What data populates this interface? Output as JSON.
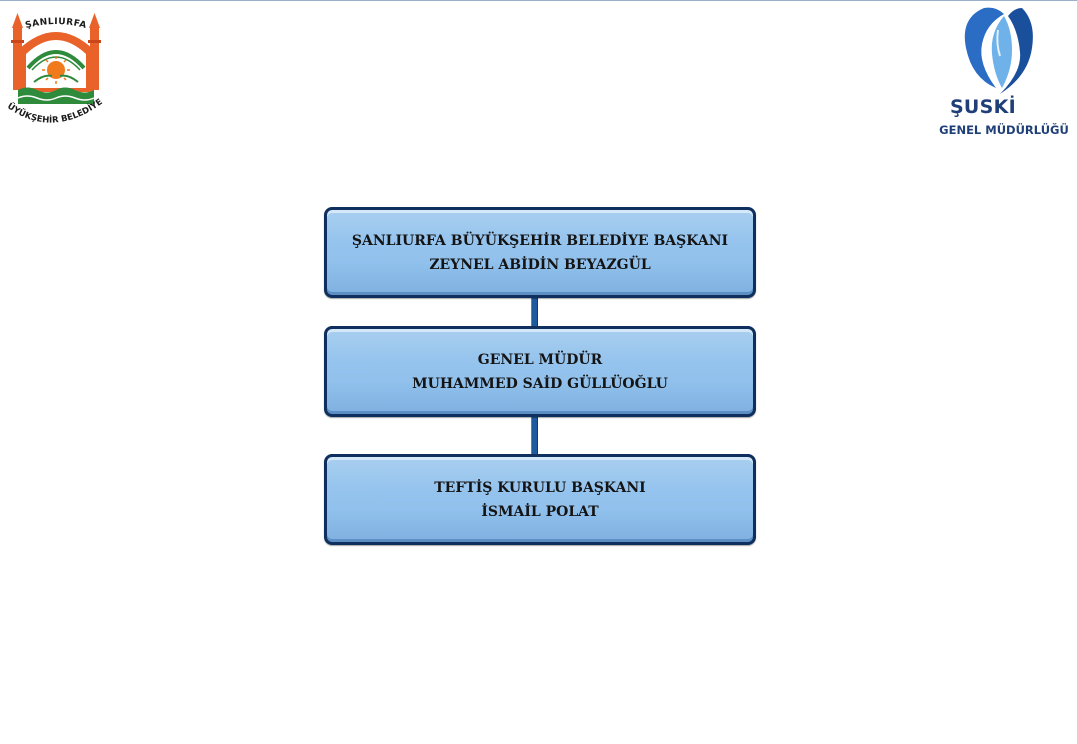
{
  "logos": {
    "left": {
      "arc_text": "ŞANLIURFA",
      "bottom_text": "BÜYÜKŞEHİR BELEDİYESİ"
    },
    "right": {
      "name": "ŞUSKİ",
      "subtitle": "GENEL MÜDÜRLÜĞÜ"
    }
  },
  "org_chart": {
    "nodes": [
      {
        "title": "ŞANLIURFA BÜYÜKŞEHİR BELEDİYE BAŞKANI",
        "name": "ZEYNEL ABİDİN BEYAZGÜL"
      },
      {
        "title": "GENEL MÜDÜR",
        "name": "MUHAMMED SAİD GÜLLÜOĞLU"
      },
      {
        "title": "TEFTİŞ KURULU BAŞKANI",
        "name": "İSMAİL POLAT"
      }
    ]
  },
  "colors": {
    "box_fill": "#94c3ee",
    "box_border": "#0f2f5f",
    "connector": "#1e5aa0",
    "suski_text": "#1f3f78",
    "emblem_orange": "#e8622a"
  }
}
